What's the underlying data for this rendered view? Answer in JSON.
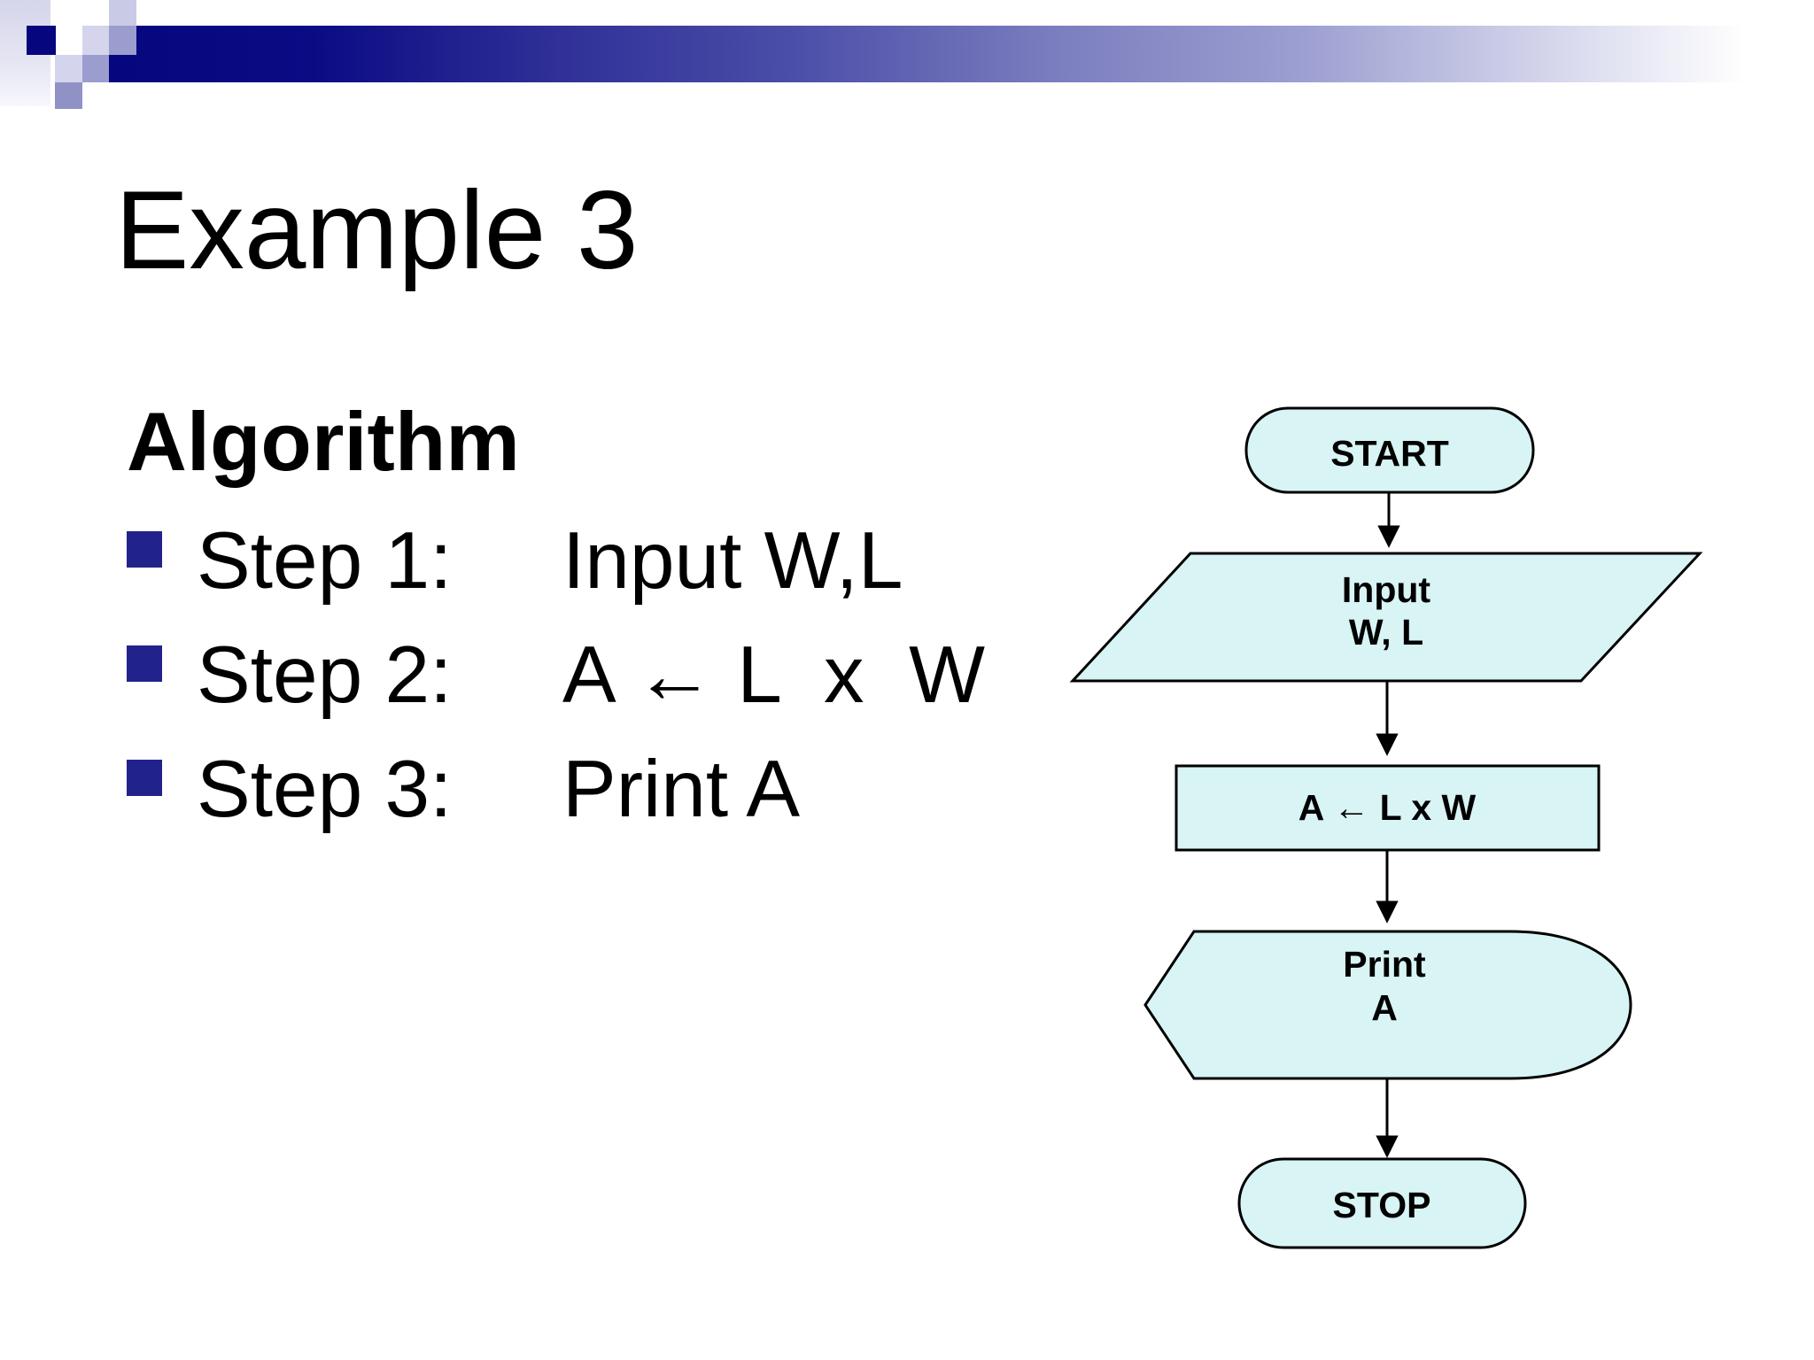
{
  "slide": {
    "title": "Example 3",
    "body_heading": "Algorithm",
    "steps": [
      {
        "label": "Step 1:",
        "content": "Input W,L"
      },
      {
        "label": "Step 2:",
        "content": "A ← L  x  W"
      },
      {
        "label": "Step 3:",
        "content": "Print A"
      }
    ]
  },
  "flowchart": {
    "nodes": [
      {
        "id": "start",
        "type": "terminator",
        "lines": [
          "START"
        ]
      },
      {
        "id": "input",
        "type": "parallelogram",
        "lines": [
          "Input",
          "W, L"
        ]
      },
      {
        "id": "process",
        "type": "rectangle",
        "lines": [
          "A ← L x W"
        ]
      },
      {
        "id": "print",
        "type": "display",
        "lines": [
          "Print",
          "A"
        ]
      },
      {
        "id": "stop",
        "type": "terminator",
        "lines": [
          "STOP"
        ]
      }
    ],
    "connectors": [
      {
        "from": "start",
        "to": "input"
      },
      {
        "from": "input",
        "to": "process"
      },
      {
        "from": "process",
        "to": "print"
      },
      {
        "from": "print",
        "to": "stop"
      }
    ]
  },
  "theme": {
    "background": "#ffffff",
    "accent_navy": "#06067e",
    "bullet_navy": "#22228c",
    "lavender_light": "#d4d4ec",
    "lavender_medium": "#9b9dce",
    "flowchart_fill": "#d8f4f4",
    "flowchart_stroke": "#000000",
    "text_color": "#000000"
  }
}
